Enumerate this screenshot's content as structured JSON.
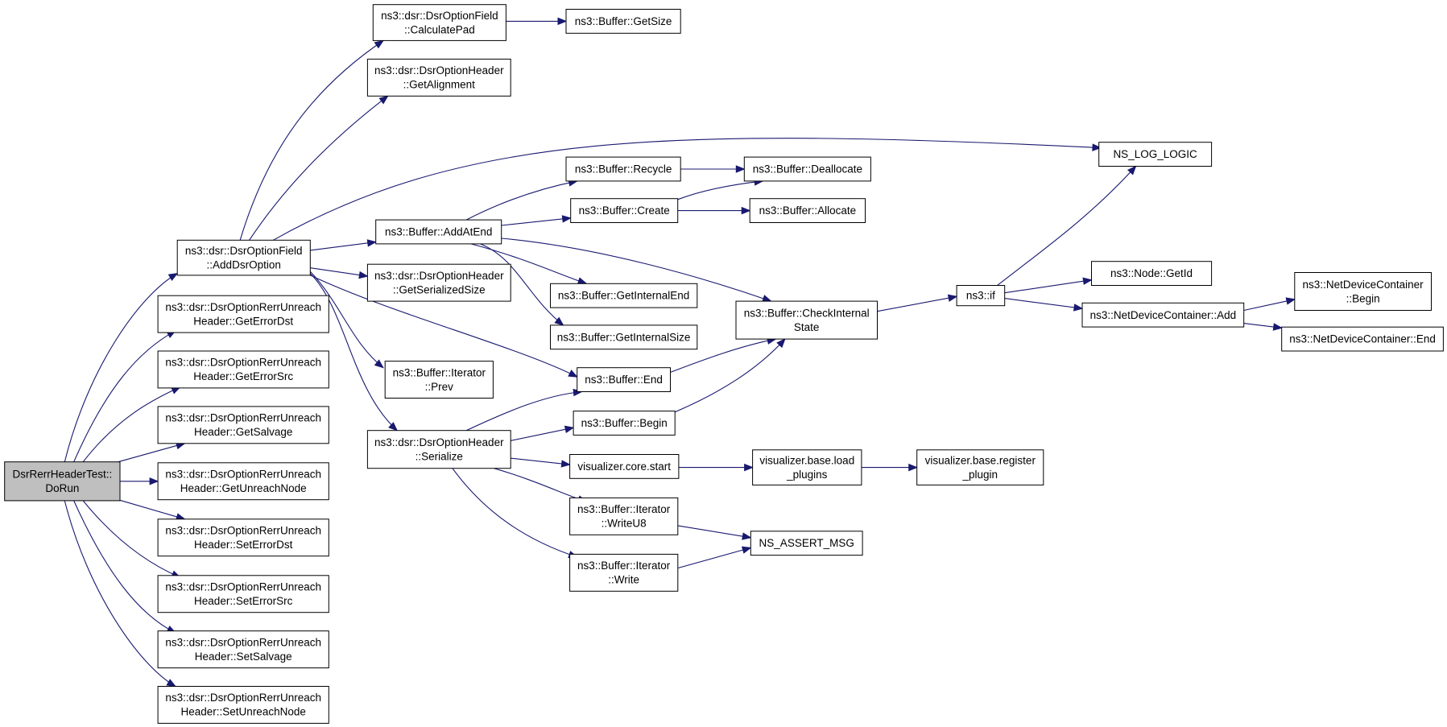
{
  "colors": {
    "edge": "#191970",
    "node_border": "#000000",
    "root_fill": "#bfbfbf",
    "node_fill": "#ffffff"
  },
  "nodes": {
    "root": [
      "DsrRerrHeaderTest::",
      "DoRun"
    ],
    "addDsrOption": [
      "ns3::dsr::DsrOptionField",
      "::AddDsrOption"
    ],
    "calcPad": [
      "ns3::dsr::DsrOptionField",
      "::CalculatePad"
    ],
    "getSize": [
      "ns3::Buffer::GetSize"
    ],
    "getAlignment": [
      "ns3::dsr::DsrOptionHeader",
      "::GetAlignment"
    ],
    "logLogic": [
      "NS_LOG_LOGIC"
    ],
    "recycle": [
      "ns3::Buffer::Recycle"
    ],
    "deallocate": [
      "ns3::Buffer::Deallocate"
    ],
    "create": [
      "ns3::Buffer::Create"
    ],
    "allocate": [
      "ns3::Buffer::Allocate"
    ],
    "addAtEnd": [
      "ns3::Buffer::AddAtEnd"
    ],
    "getSerializedSize": [
      "ns3::dsr::DsrOptionHeader",
      "::GetSerializedSize"
    ],
    "getInternalEnd": [
      "ns3::Buffer::GetInternalEnd"
    ],
    "getInternalSize": [
      "ns3::Buffer::GetInternalSize"
    ],
    "checkInternal": [
      "ns3::Buffer::CheckInternal",
      "State"
    ],
    "nsIf": [
      "ns3::if"
    ],
    "getId": [
      "ns3::Node::GetId"
    ],
    "ndcAdd": [
      "ns3::NetDeviceContainer::Add"
    ],
    "ndcBegin": [
      "ns3::NetDeviceContainer",
      "::Begin"
    ],
    "ndcEnd": [
      "ns3::NetDeviceContainer::End"
    ],
    "iterPrev": [
      "ns3::Buffer::Iterator",
      "::Prev"
    ],
    "bufEnd": [
      "ns3::Buffer::End"
    ],
    "bufBegin": [
      "ns3::Buffer::Begin"
    ],
    "serialize": [
      "ns3::dsr::DsrOptionHeader",
      "::Serialize"
    ],
    "vizStart": [
      "visualizer.core.start"
    ],
    "vizLoad": [
      "visualizer.base.load",
      "_plugins"
    ],
    "vizRegister": [
      "visualizer.base.register",
      "_plugin"
    ],
    "writeU8": [
      "ns3::Buffer::Iterator",
      "::WriteU8"
    ],
    "write": [
      "ns3::Buffer::Iterator",
      "::Write"
    ],
    "assertMsg": [
      "NS_ASSERT_MSG"
    ],
    "getErrorDst": [
      "ns3::dsr::DsrOptionRerrUnreach",
      "Header::GetErrorDst"
    ],
    "getErrorSrc": [
      "ns3::dsr::DsrOptionRerrUnreach",
      "Header::GetErrorSrc"
    ],
    "getSalvage": [
      "ns3::dsr::DsrOptionRerrUnreach",
      "Header::GetSalvage"
    ],
    "getUnreachNode": [
      "ns3::dsr::DsrOptionRerrUnreach",
      "Header::GetUnreachNode"
    ],
    "setErrorDst": [
      "ns3::dsr::DsrOptionRerrUnreach",
      "Header::SetErrorDst"
    ],
    "setErrorSrc": [
      "ns3::dsr::DsrOptionRerrUnreach",
      "Header::SetErrorSrc"
    ],
    "setSalvage": [
      "ns3::dsr::DsrOptionRerrUnreach",
      "Header::SetSalvage"
    ],
    "setUnreachNode": [
      "ns3::dsr::DsrOptionRerrUnreach",
      "Header::SetUnreachNode"
    ]
  },
  "edges": [
    [
      "root",
      "addDsrOption"
    ],
    [
      "root",
      "getErrorDst"
    ],
    [
      "root",
      "getErrorSrc"
    ],
    [
      "root",
      "getSalvage"
    ],
    [
      "root",
      "getUnreachNode"
    ],
    [
      "root",
      "setErrorDst"
    ],
    [
      "root",
      "setErrorSrc"
    ],
    [
      "root",
      "setSalvage"
    ],
    [
      "root",
      "setUnreachNode"
    ],
    [
      "addDsrOption",
      "calcPad"
    ],
    [
      "addDsrOption",
      "getAlignment"
    ],
    [
      "addDsrOption",
      "logLogic"
    ],
    [
      "addDsrOption",
      "addAtEnd"
    ],
    [
      "addDsrOption",
      "getSerializedSize"
    ],
    [
      "addDsrOption",
      "iterPrev"
    ],
    [
      "addDsrOption",
      "bufEnd"
    ],
    [
      "addDsrOption",
      "serialize"
    ],
    [
      "calcPad",
      "getSize"
    ],
    [
      "addAtEnd",
      "recycle"
    ],
    [
      "addAtEnd",
      "create"
    ],
    [
      "addAtEnd",
      "getInternalEnd"
    ],
    [
      "addAtEnd",
      "getInternalSize"
    ],
    [
      "addAtEnd",
      "checkInternal"
    ],
    [
      "recycle",
      "deallocate"
    ],
    [
      "create",
      "deallocate"
    ],
    [
      "create",
      "allocate"
    ],
    [
      "checkInternal",
      "nsIf"
    ],
    [
      "nsIf",
      "logLogic"
    ],
    [
      "nsIf",
      "getId"
    ],
    [
      "nsIf",
      "ndcAdd"
    ],
    [
      "ndcAdd",
      "ndcBegin"
    ],
    [
      "ndcAdd",
      "ndcEnd"
    ],
    [
      "bufEnd",
      "checkInternal"
    ],
    [
      "bufBegin",
      "checkInternal"
    ],
    [
      "serialize",
      "bufEnd"
    ],
    [
      "serialize",
      "bufBegin"
    ],
    [
      "serialize",
      "vizStart"
    ],
    [
      "serialize",
      "writeU8"
    ],
    [
      "serialize",
      "write"
    ],
    [
      "vizStart",
      "vizLoad"
    ],
    [
      "vizLoad",
      "vizRegister"
    ],
    [
      "writeU8",
      "assertMsg"
    ],
    [
      "write",
      "assertMsg"
    ]
  ]
}
